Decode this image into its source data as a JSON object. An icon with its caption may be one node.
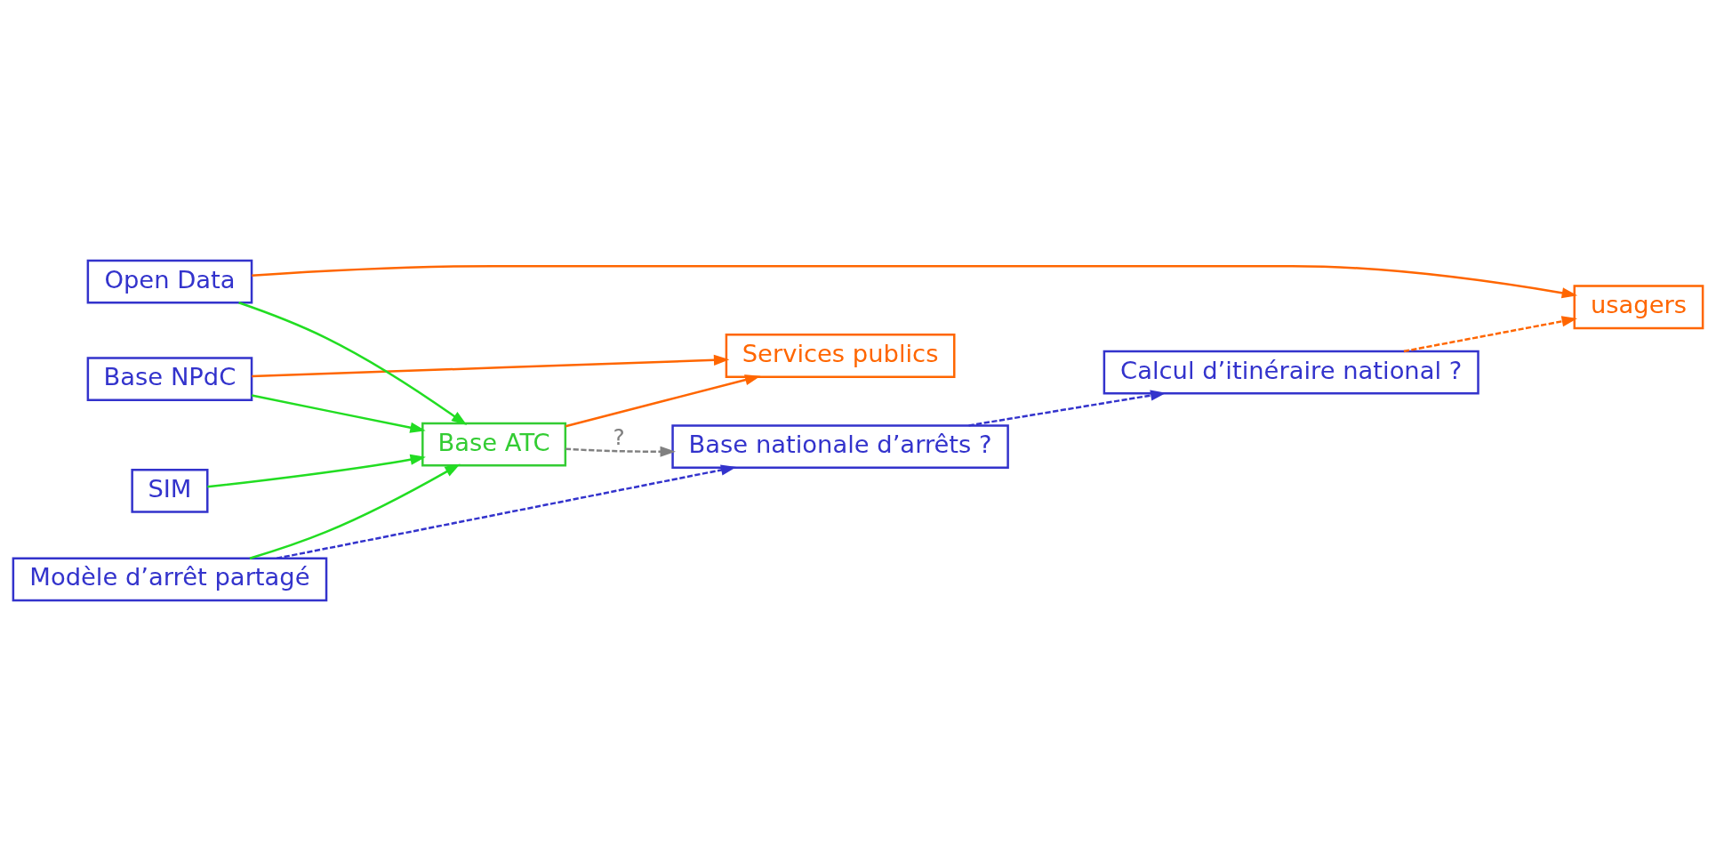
{
  "diagram": {
    "nodes": [
      {
        "text": [
          "Base NPdC"
        ]
      },
      {
        "text": [
          "SIM"
        ]
      },
      {
        "text": [
          "Open Data"
        ]
      },
      {
        "text": [
          "Modèle d’arrêt partagé"
        ]
      },
      {
        "text": [
          "Base ATC"
        ]
      },
      {
        "text": [
          "Services publics"
        ]
      },
      {
        "text": [
          "usagers"
        ]
      },
      {
        "text": [
          "Base nationale d’arrêts ?"
        ]
      },
      {
        "text": [
          "Calcul d’itinéraire national ?"
        ]
      }
    ],
    "edges": [
      {
        "from": 0,
        "to": 5,
        "arrow": "to",
        "color": "#ff6600"
      },
      {
        "from": 0,
        "to": 4,
        "arrow": "to",
        "color": "#22dd22"
      },
      {
        "from": 1,
        "to": 4,
        "arrow": "to",
        "color": "#22dd22"
      },
      {
        "from": 2,
        "to": 4,
        "arrow": "to",
        "color": "#22dd22"
      },
      {
        "from": 3,
        "to": 4,
        "arrow": "to",
        "color": "#22dd22"
      },
      {
        "from": 4,
        "to": 5,
        "arrow": "to",
        "color": "#ff6600"
      },
      {
        "from": 2,
        "to": 6,
        "arrow": "to",
        "color": "#ff6600"
      },
      {
        "from": 4,
        "to": 7,
        "arrow": "to",
        "label": "?",
        "style": "dashed",
        "color": "#808080"
      },
      {
        "from": 3,
        "to": 7,
        "arrow": "to",
        "style": "dashed",
        "color": "#3333cc"
      },
      {
        "from": 7,
        "to": 8,
        "arrow": "to",
        "style": "dashed",
        "color": "#3333cc"
      },
      {
        "from": 8,
        "to": 6,
        "arrow": "to",
        "style": "dashed",
        "color": "#ff6600"
      }
    ]
  }
}
